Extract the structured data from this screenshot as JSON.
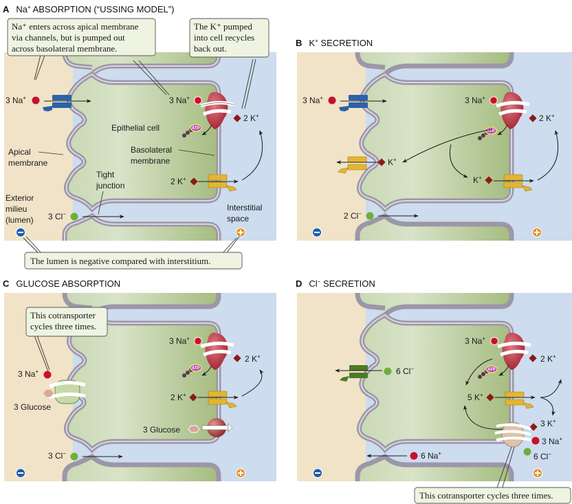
{
  "colors": {
    "lumen": "#f1e3c7",
    "interstitium": "#cddcee",
    "cell_light": "#d6e2c4",
    "cell_dark": "#a9bf85",
    "membrane_outer": "#9c97a7",
    "membrane_inner": "#d9d6e2",
    "na_ion": "#c8102e",
    "k_ion": "#8b1a1a",
    "cl_ion": "#6fae3a",
    "glucose": "#d9a79b",
    "pump": "#b83a48",
    "na_channel": "#2b62a8",
    "k_channel": "#e3b532",
    "cl_channel": "#4e7a28",
    "callout_fill": "#eef3e2",
    "minus_badge": "#1e5fb0",
    "plus_badge": "#e2952a"
  },
  "panels": [
    {
      "letter": "A",
      "title": "Na",
      "title_sup": "+",
      "title_rest": " ABSORPTION (“USSING MODEL”)",
      "labels": {
        "apical_na": "3 Na",
        "apical_na_sup": "+",
        "pump_na": "3 Na",
        "pump_na_sup": "+",
        "pump_k": "2 K",
        "pump_k_sup": "+",
        "chan_k": "2 K",
        "chan_k_sup": "+",
        "cl": "3 Cl",
        "cl_sup": "−",
        "epithelial_cell": "Epithelial cell",
        "apical_membrane_1": "Apical",
        "apical_membrane_2": "membrane",
        "basolateral_1": "Basolateral",
        "basolateral_2": "membrane",
        "tight_junction_1": "Tight",
        "tight_junction_2": "junction",
        "exterior_1": "Exterior",
        "exterior_2": "milieu",
        "exterior_3": "(lumen)",
        "interstitial_1": "Interstitial",
        "interstitial_2": "space",
        "atp": "ATP"
      },
      "callouts": [
        {
          "lines": [
            "Na⁺ enters across apical membrane",
            "via channels, but is pumped out",
            "across basolateral membrane."
          ]
        },
        {
          "lines": [
            "The K⁺ pumped",
            "into cell recycles",
            "back out."
          ]
        },
        {
          "lines": [
            "The lumen is negative compared with interstitium."
          ]
        }
      ]
    },
    {
      "letter": "B",
      "title": "K",
      "title_sup": "+",
      "title_rest": " SECRETION",
      "labels": {
        "apical_na": "3 Na",
        "apical_na_sup": "+",
        "pump_na": "3 Na",
        "pump_na_sup": "+",
        "pump_k": "2 K",
        "pump_k_sup": "+",
        "apical_k": "K",
        "apical_k_sup": "+",
        "baso_k": "K",
        "baso_k_sup": "+",
        "cl": "2 Cl",
        "cl_sup": "−",
        "atp": "ATP"
      }
    },
    {
      "letter": "C",
      "title": "GLUCOSE ABSORPTION",
      "labels": {
        "apical_na": "3 Na",
        "apical_na_sup": "+",
        "apical_glucose": "3 Glucose",
        "pump_na": "3 Na",
        "pump_na_sup": "+",
        "pump_k": "2 K",
        "pump_k_sup": "+",
        "chan_k": "2 K",
        "chan_k_sup": "+",
        "baso_glucose": "3 Glucose",
        "cl": "3 Cl",
        "cl_sup": "−",
        "atp": "ATP"
      },
      "callouts": [
        {
          "lines": [
            "This cotransporter",
            "cycles three times."
          ]
        }
      ]
    },
    {
      "letter": "D",
      "title": "Cl",
      "title_sup": "−",
      "title_rest": " SECRETION",
      "labels": {
        "apical_cl": "6 Cl",
        "apical_cl_sup": "−",
        "pump_na": "3 Na",
        "pump_na_sup": "+",
        "pump_k": "2 K",
        "pump_k_sup": "+",
        "chan_k": "5 K",
        "chan_k_sup": "+",
        "cotr_k": "3 K",
        "cotr_k_sup": "+",
        "cotr_na": "3 Na",
        "cotr_na_sup": "+",
        "cotr_cl": "6 Cl",
        "cotr_cl_sup": "−",
        "para_na": "6 Na",
        "para_na_sup": "+",
        "atp": "ATP"
      },
      "callouts": [
        {
          "lines": [
            "This cotransporter cycles three times."
          ]
        }
      ]
    }
  ]
}
